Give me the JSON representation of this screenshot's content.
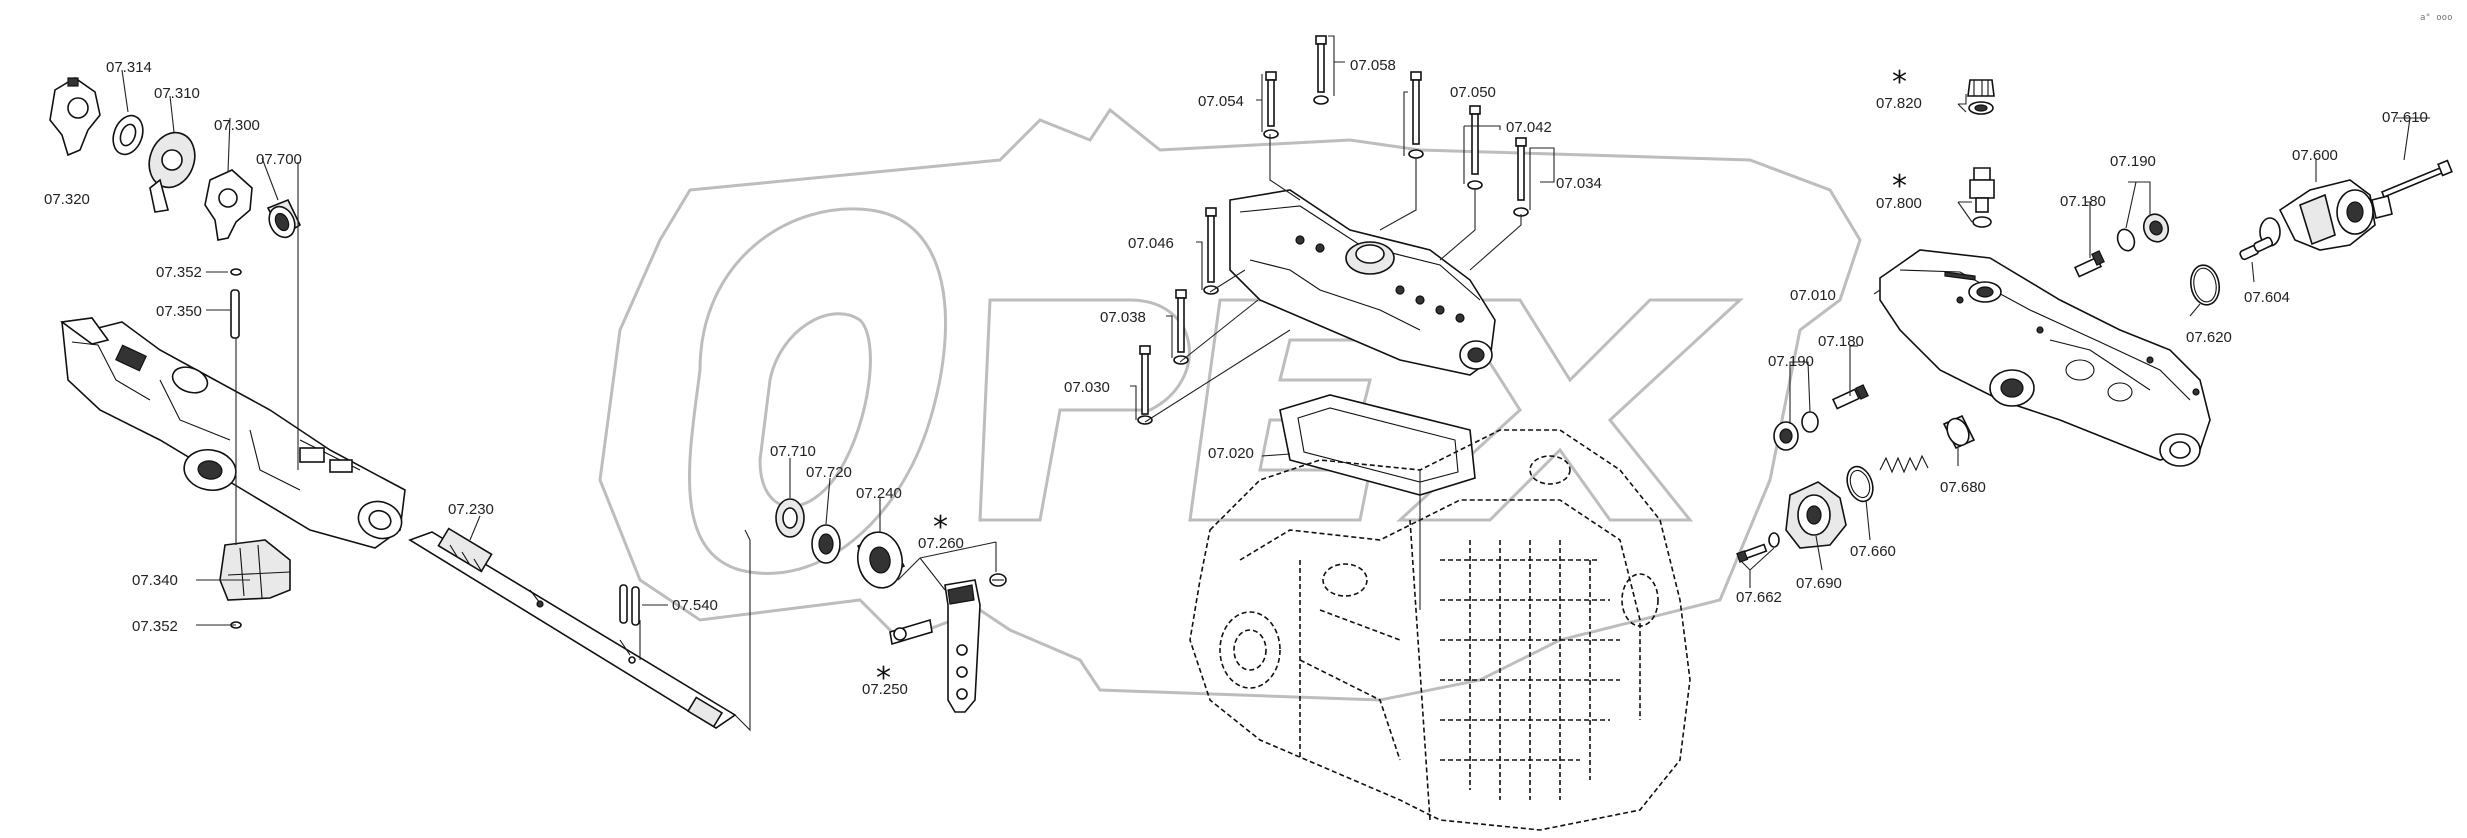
{
  "corner_mark": "a° ooo",
  "watermark_text": "OPEX",
  "labels": {
    "p07314": "07.314",
    "p07310": "07.310",
    "p07300": "07.300",
    "p07700": "07.700",
    "p07320": "07.320",
    "p07352a": "07.352",
    "p07350": "07.350",
    "p07340": "07.340",
    "p07352b": "07.352",
    "p07230": "07.230",
    "p07540": "07.540",
    "p07710": "07.710",
    "p07720": "07.720",
    "p07240": "07.240",
    "p07260": "07.260",
    "p07250": "07.250",
    "p07058": "07.058",
    "p07054": "07.054",
    "p07050": "07.050",
    "p07042": "07.042",
    "p07034": "07.034",
    "p07046": "07.046",
    "p07038": "07.038",
    "p07030": "07.030",
    "p07020": "07.020",
    "p07820": "07.820",
    "p07800": "07.800",
    "p07190a": "07.190",
    "p07180a": "07.180",
    "p07010": "07.010",
    "p07190b": "07.190",
    "p07180b": "07.180",
    "p07600": "07.600",
    "p07610": "07.610",
    "p07604": "07.604",
    "p07620": "07.620",
    "p07680": "07.680",
    "p07660": "07.660",
    "p07690": "07.690",
    "p07662": "07.662"
  },
  "stars": {
    "s1": "*",
    "s2": "*",
    "s3": "*",
    "s4": "*"
  }
}
